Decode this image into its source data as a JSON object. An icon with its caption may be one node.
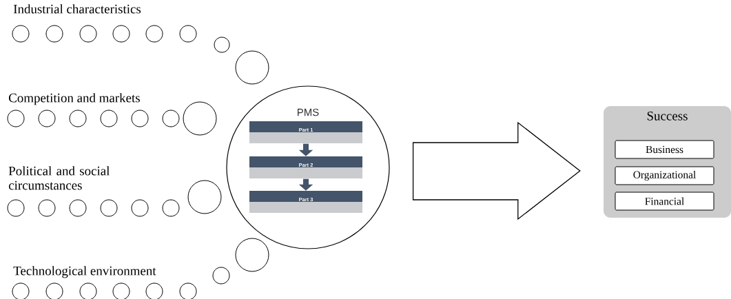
{
  "diagram": {
    "nodes": [
      {
        "text": [
          "PMS"
        ]
      },
      {
        "text": [
          "Part 1"
        ],
        "in": 0
      },
      {
        "text": [
          "Part 2"
        ],
        "in": 0
      },
      {
        "text": [
          "Part 3"
        ],
        "in": 0
      },
      {
        "text": [
          "Success"
        ]
      },
      {
        "text": [
          "Business"
        ],
        "in": 4
      },
      {
        "text": [
          "Organizational"
        ],
        "in": 4
      },
      {
        "text": [
          "Financial"
        ],
        "in": 4
      }
    ],
    "edges": [
      {
        "from": 1,
        "to": 2,
        "arrow": "to"
      },
      {
        "from": 2,
        "to": 3,
        "arrow": "to"
      },
      {
        "from": 0,
        "to": 4,
        "arrow": "to"
      }
    ],
    "labels": [
      "Industrial characteristics",
      "Competition and markets",
      "Political and social circumstances",
      "Technological environment"
    ]
  }
}
